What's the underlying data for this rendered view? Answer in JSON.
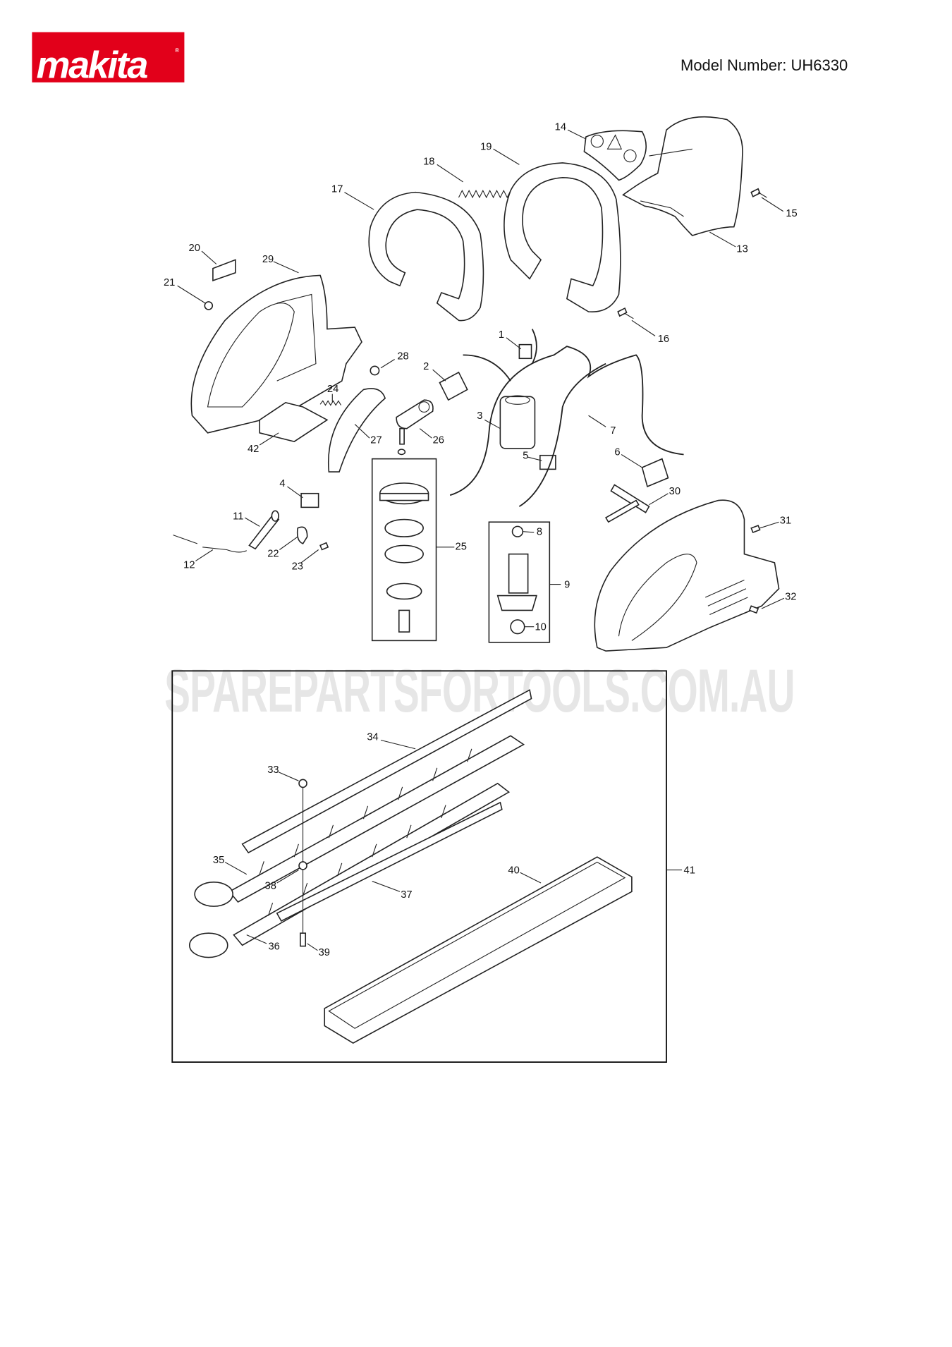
{
  "brand": {
    "logo_text": "makita",
    "logo_color": "#e2001a"
  },
  "header": {
    "model_number": "Model Number: UH6330"
  },
  "watermark": "SPAREPARTSFORTOOLS.COM.AU",
  "callouts": {
    "p1": "1",
    "p2": "2",
    "p3": "3",
    "p4": "4",
    "p5": "5",
    "p6": "6",
    "p7": "7",
    "p8": "8",
    "p9": "9",
    "p10": "10",
    "p11": "11",
    "p12": "12",
    "p13": "13",
    "p14": "14",
    "p15": "15",
    "p16": "16",
    "p17": "17",
    "p18": "18",
    "p19": "19",
    "p20": "20",
    "p21": "21",
    "p22": "22",
    "p23": "23",
    "p24": "24",
    "p25": "25",
    "p26": "26",
    "p27": "27",
    "p28": "28",
    "p29": "29",
    "p30": "30",
    "p31": "31",
    "p32": "32",
    "p33": "33",
    "p34": "34",
    "p35": "35",
    "p36": "36",
    "p37": "37",
    "p38": "38",
    "p39": "39",
    "p40": "40",
    "p41": "41",
    "p42": "42"
  }
}
